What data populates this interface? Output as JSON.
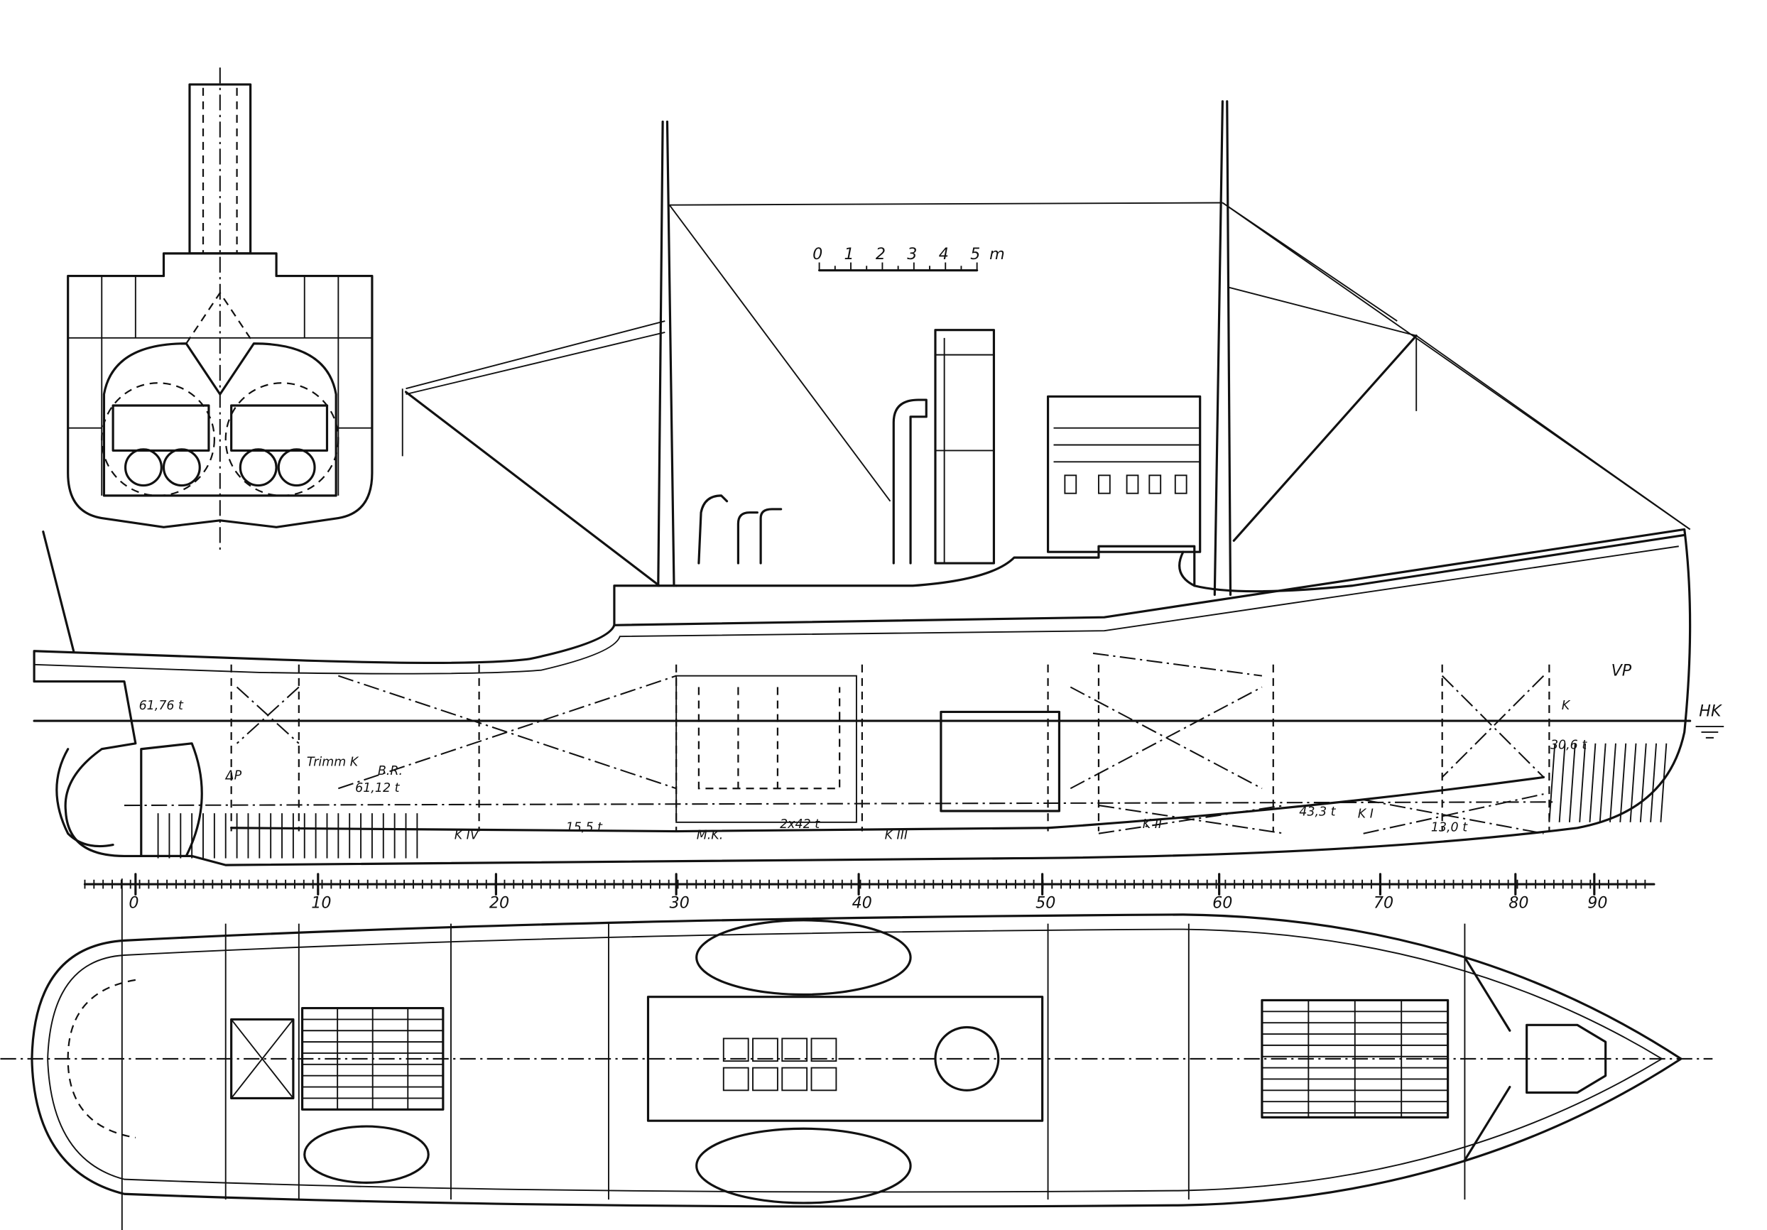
{
  "scale_bar": {
    "ticks": [
      "0",
      "1",
      "2",
      "3",
      "4",
      "5"
    ],
    "unit": "m"
  },
  "frame_scale": {
    "labels": [
      "0",
      "10",
      "20",
      "30",
      "40",
      "50",
      "60",
      "70",
      "80",
      "90"
    ]
  },
  "waterline_label": "HK",
  "tank_labels": {
    "aft_peak": "61,76 t",
    "trim": "Trimm K",
    "br": "B.R.",
    "trim_cap": "61,12 t",
    "dp": "ΔP",
    "k4": "K IV",
    "k4_cap": "15,5 t",
    "mk": "M.K.",
    "mk_cap": "2x42 t",
    "k3": "K III",
    "k2": "K II",
    "k2_cap": "43,3 t",
    "k1": "K I",
    "k1_cap": "13,0 t",
    "fore_peak": "VP",
    "fore_k": "K",
    "fore_cap": "30,6 t"
  }
}
